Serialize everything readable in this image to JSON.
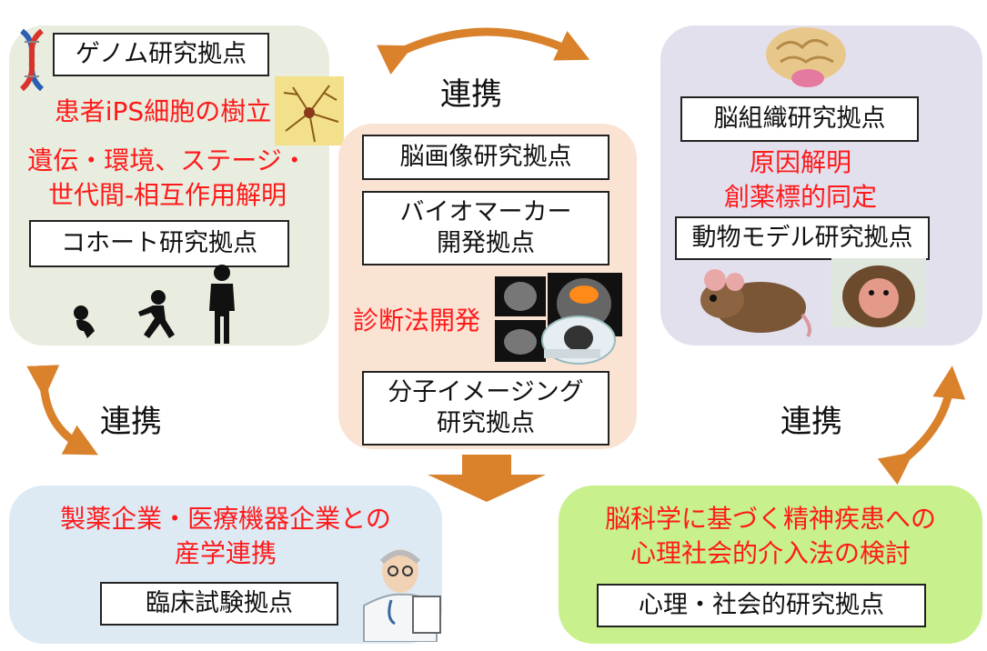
{
  "colors": {
    "arrow": "#d9822b",
    "text_red": "#ff1a1a",
    "panel_genome": "#e8eddf",
    "panel_center": "#fbe3d4",
    "panel_brain": "#e3e0ee",
    "panel_industry": "#ddeaf4",
    "panel_psycho": "#c8f08c"
  },
  "top_left": {
    "genome_box": "ゲノム研究拠点",
    "ips_text": "患者iPS細胞の樹立",
    "gene_env_text": "遺伝・環境、ステージ・\n世代間-相互作用解明",
    "cohort_box": "コホート研究拠点",
    "icons": [
      "dna-icon",
      "neuron-icon",
      "baby-icon",
      "child-icon",
      "adult-icon"
    ]
  },
  "center": {
    "brain_imaging_box": "脳画像研究拠点",
    "biomarker_box": "バイオマーカー\n開発拠点",
    "diagnosis_text": "診断法開発",
    "molecular_box": "分子イメージング\n研究拠点",
    "icons": [
      "mri-scanner-icon"
    ]
  },
  "top_right": {
    "brain_tissue_box": "脳組織研究拠点",
    "cause_text": "原因解明\n創薬標的同定",
    "animal_box": "動物モデル研究拠点",
    "icons": [
      "brain-icon",
      "mouse-icon",
      "monkey-icon"
    ]
  },
  "bottom_left": {
    "industry_text": "製薬企業・医療機器企業との\n産学連携",
    "clinical_box": "臨床試験拠点",
    "icons": [
      "doctor-icon"
    ]
  },
  "bottom_right": {
    "psycho_text": "脳科学に基づく精神疾患への\n心理社会的介入法の検討",
    "psycho_box": "心理・社会的研究拠点"
  },
  "labels": {
    "link_top": "連携",
    "link_left": "連携",
    "link_right": "連携"
  }
}
